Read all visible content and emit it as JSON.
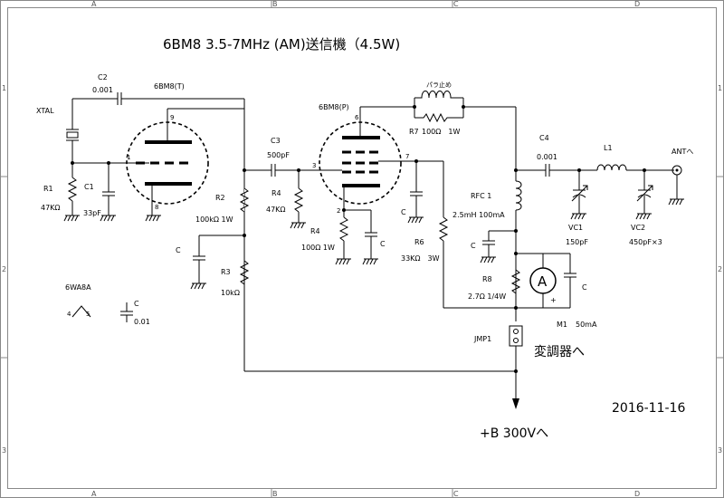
{
  "title": "6BM8  3.5-7MHz (AM)送信機（4.5W)",
  "date": "2016-11-16",
  "frame": {
    "columns": [
      "A",
      "B",
      "C",
      "D"
    ],
    "rows": [
      "1",
      "2",
      "3"
    ]
  },
  "tubes": {
    "triode": {
      "label": "6BM8(T)",
      "pins": {
        "grid": "1",
        "plate": "9",
        "cathode": "8"
      }
    },
    "pentode": {
      "label": "6BM8(P)",
      "pins": {
        "plate": "6",
        "grid": "3",
        "screen": "7",
        "cathode": "2"
      }
    },
    "rectifier_ref": "6WA8A",
    "rectifier_pins": [
      "4",
      "5"
    ]
  },
  "parts": {
    "xtal": "XTAL",
    "c2": "C2",
    "c2_val": "0.001",
    "r1": "R1",
    "r1_val": "47KΩ",
    "c1": "C1",
    "c1_val": "33pF",
    "c3": "C3",
    "c3_val": "500pF",
    "r2": "R2",
    "r2_val": "100kΩ 1W",
    "r3": "R3",
    "r3_val": "10kΩ",
    "r4a": "R4",
    "r4a_val": "47KΩ",
    "r4b": "R4",
    "r4b_val": "100Ω 1W",
    "r6": "R6",
    "r6_val": "33KΩ　3W",
    "r7": "R7",
    "r7_val": "100Ω　1W",
    "parasitic": "パラ止め",
    "c4": "C4",
    "c4_val": "0.001",
    "l1": "L1",
    "rfc": "RFC 1",
    "rfc_val": "2.5mH 100mA",
    "vc1": "VC1",
    "vc1_val": "150pF",
    "vc2": "VC2",
    "vc2_val": "450pF×3",
    "r8": "R8",
    "r8_val": "2.7Ω 1/4W",
    "m1": "M1",
    "m1_val": "50mA",
    "meter_symbol": "A",
    "meter_plus": "+",
    "jmp1": "JMP1",
    "c_generic": "C",
    "c_ref_val": "0.01",
    "ant": "ANTへ",
    "modulator": "変調器へ",
    "supply": "+B 300Vへ"
  }
}
